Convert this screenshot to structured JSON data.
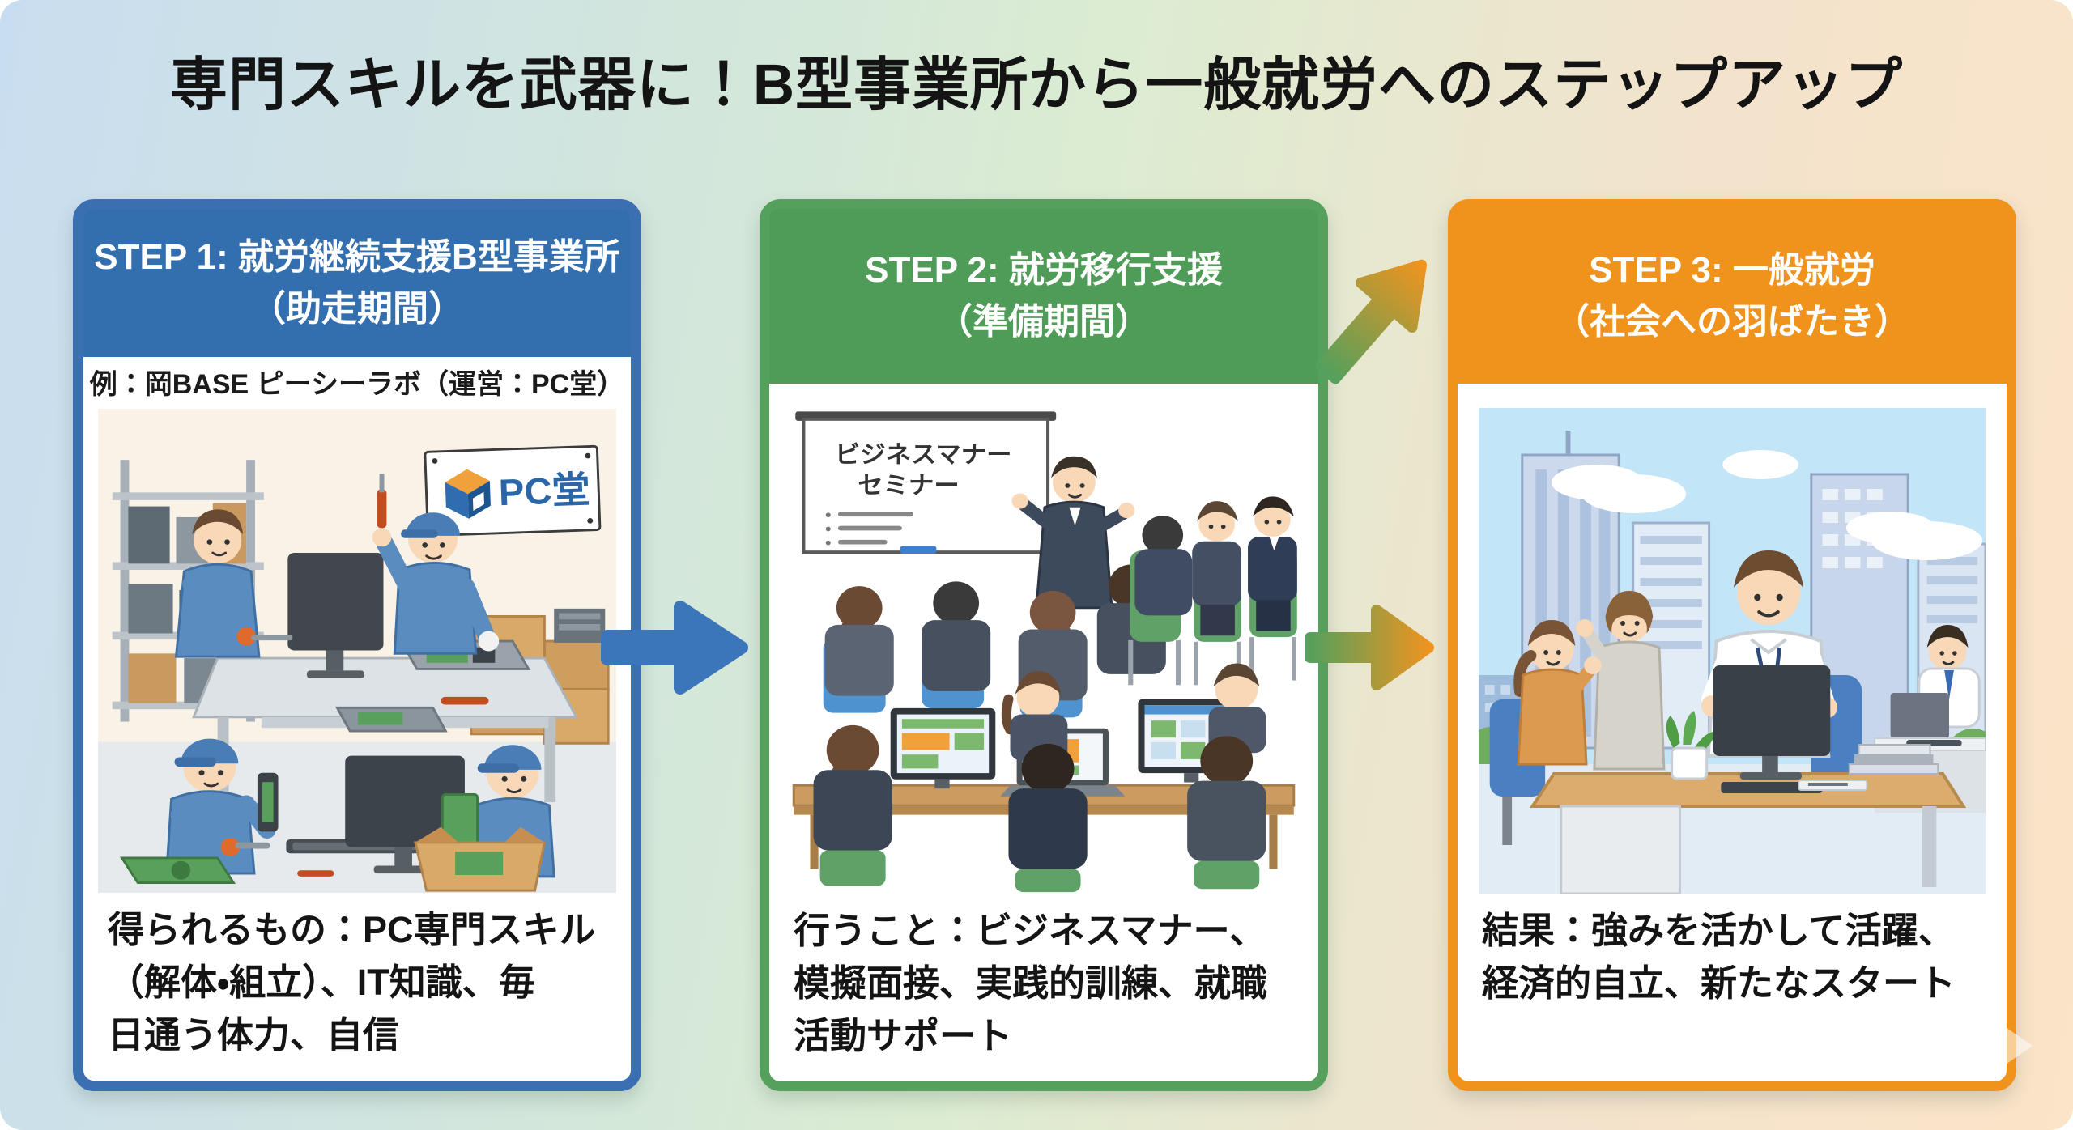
{
  "title": "専門スキルを武器に！B型事業所から一般就労へのステップアップ",
  "colors": {
    "bg_left": "#c9ddf0",
    "bg_mid": "#dcecd2",
    "bg_right": "#fbe4c8",
    "step1_blue": "#336fae",
    "step2_green": "#4f9b58",
    "step3_orange": "#f0931c",
    "arrow_blue": "#3b76bb",
    "arrow_gradient_start": "#55a05c",
    "arrow_gradient_end": "#ee9420"
  },
  "steps": [
    {
      "header": "STEP 1: 就労継続支援B型事業所\n（助走期間）",
      "sublabel": "例：岡BASE ピーシーラボ（運営：PC堂）",
      "description": "得られるもの：PC専門スキル\n（解体・組立）、IT知識、毎\n日通う体力、自信",
      "illustration": "pc-disassembly-workshop"
    },
    {
      "header": "STEP 2: 就労移行支援\n（準備期間）",
      "description": "行うこと：ビジネスマナー、\n模擬面接、実践的訓練、就職\n活動サポート",
      "illustration": "seminar-interview-pc-training"
    },
    {
      "header": "STEP 3: 一般就労\n（社会への羽ばたき）",
      "description": "結果：強みを活かして活躍、\n経済的自立、新たなスタート",
      "illustration": "office-employment"
    }
  ],
  "illustrations": {
    "step1": {
      "sign_text": "PC堂"
    },
    "step2": {
      "whiteboard_line1": "ビジネスマナー",
      "whiteboard_line2": "セミナー"
    }
  }
}
